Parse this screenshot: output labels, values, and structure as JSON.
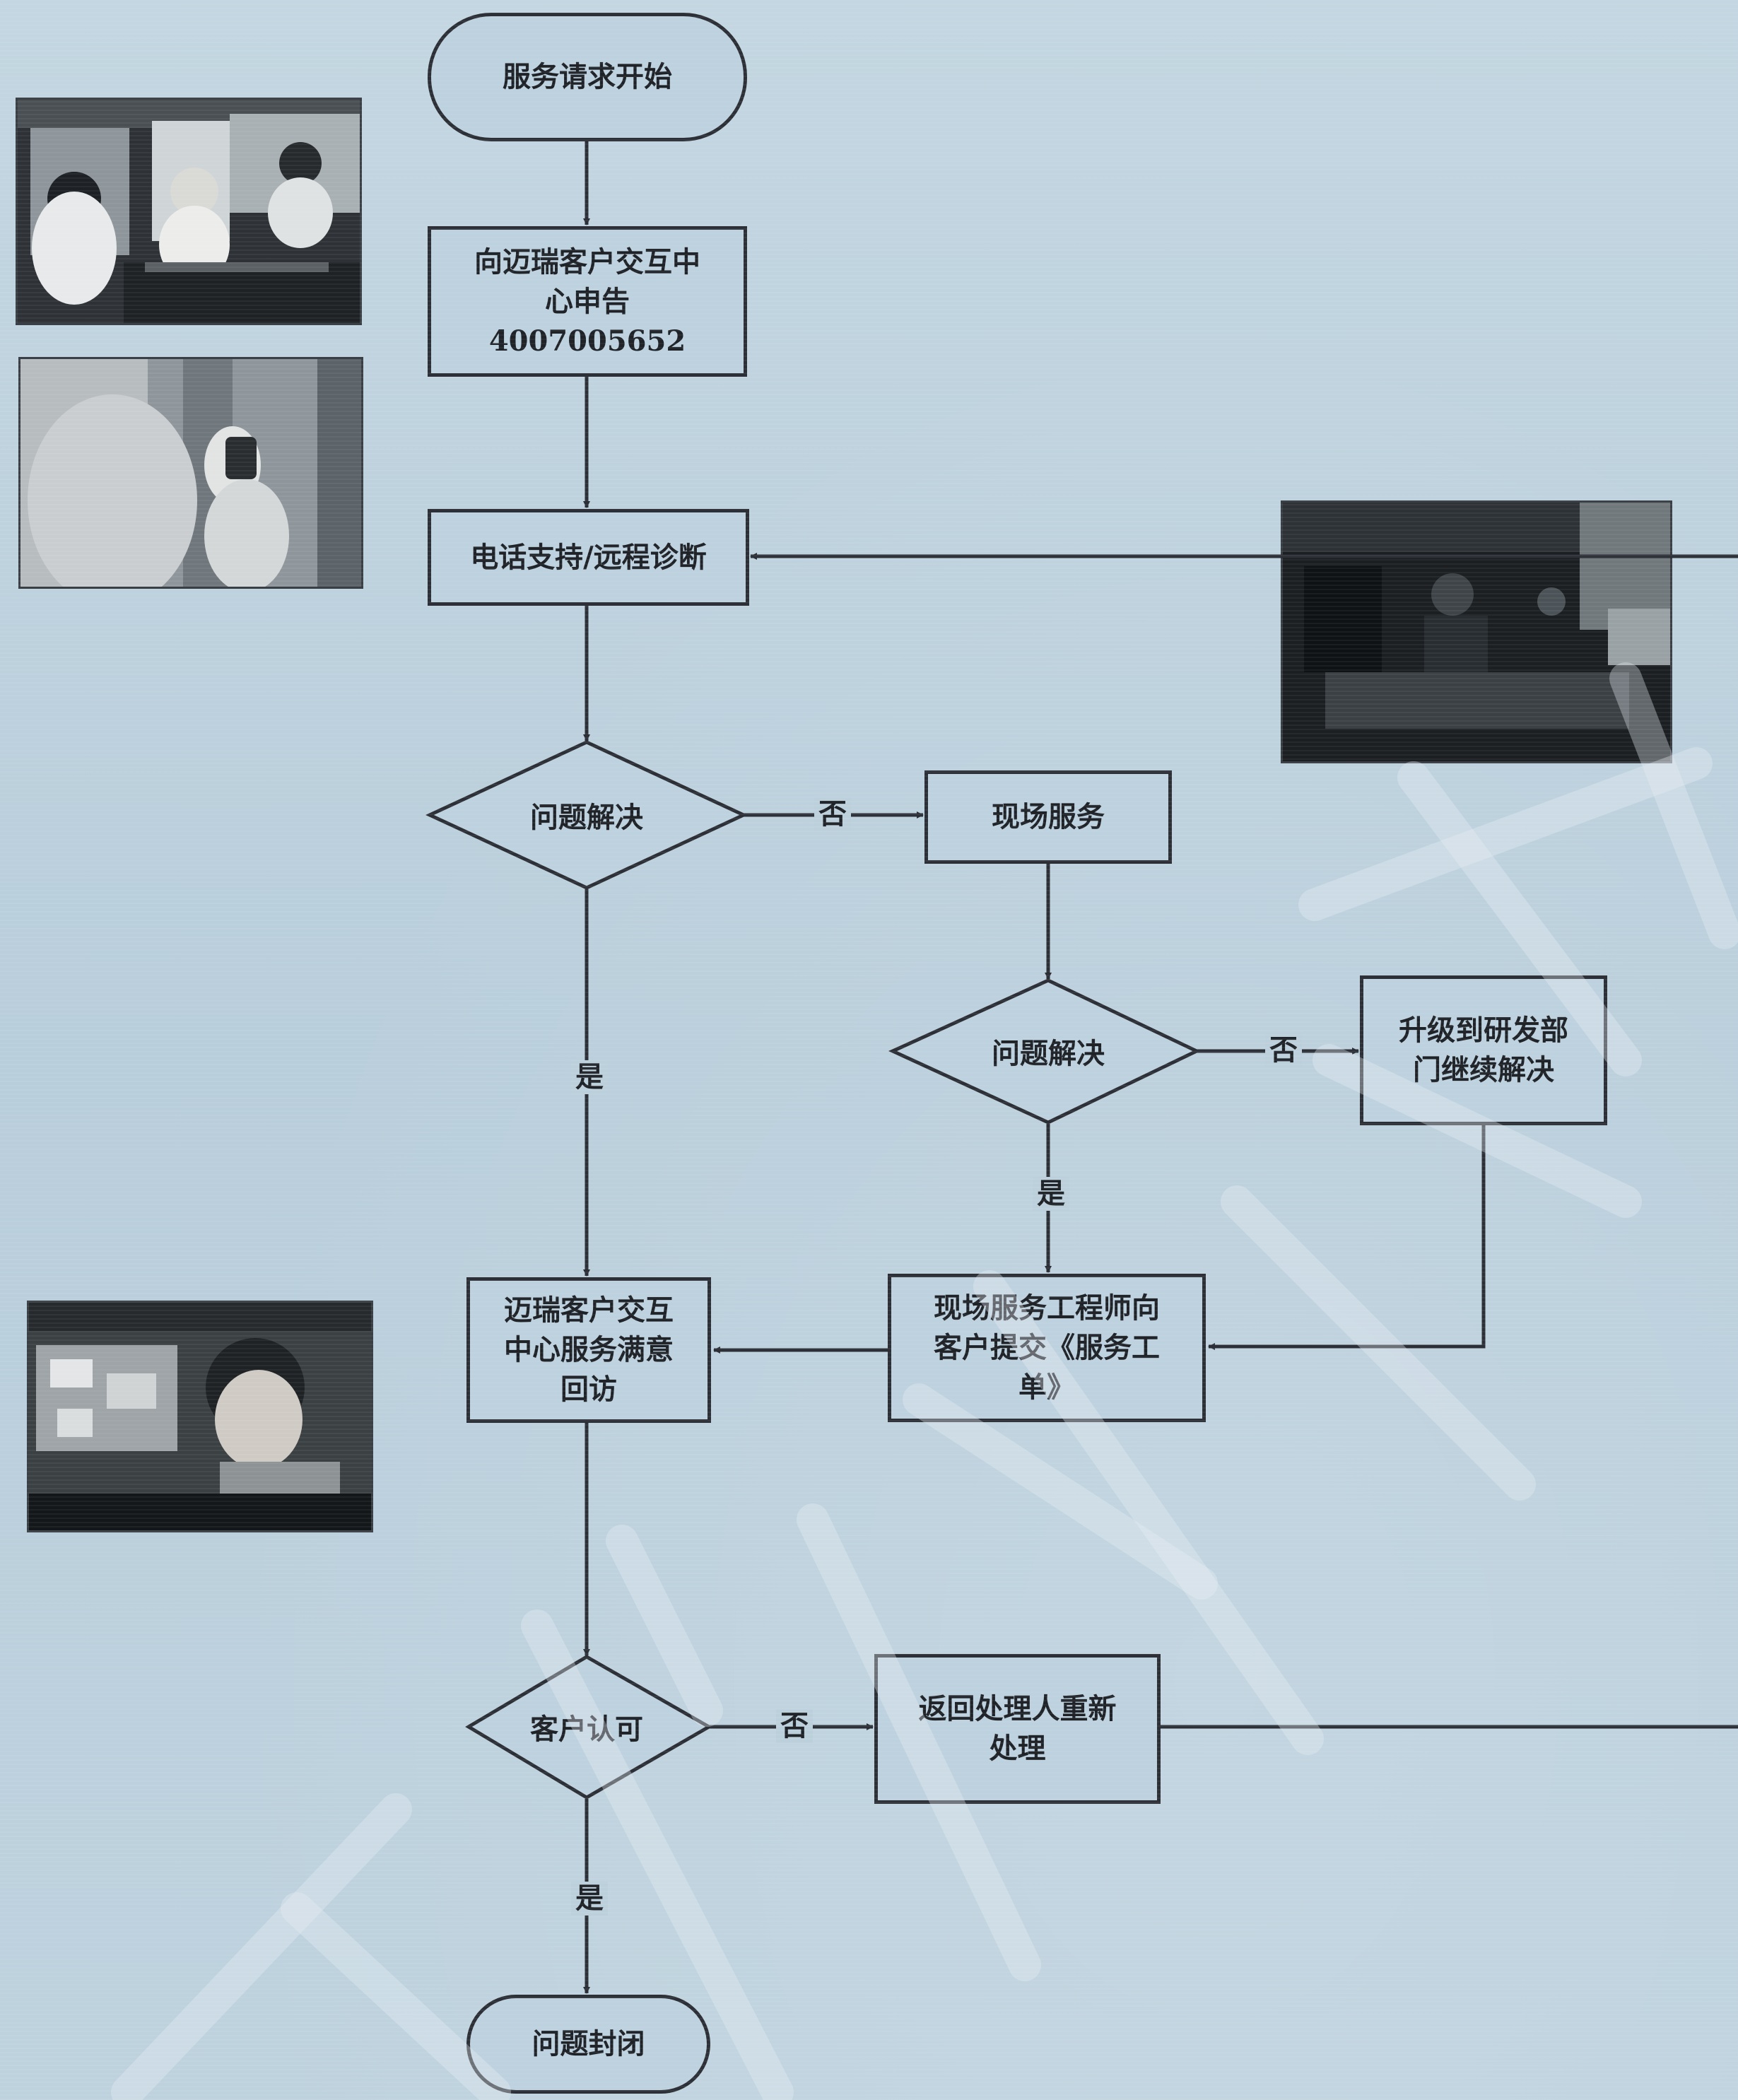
{
  "flowchart": {
    "start": "服务请求开始",
    "report": "向迈瑞客户交互中\n心申告\n4007005652",
    "phone_support": "电话支持/远程诊断",
    "decision_1": "问题解决",
    "onsite": "现场服务",
    "decision_2": "问题解决",
    "escalate": "升级到研发部\n门继续解决",
    "engineer_submit": "现场服务工程师向\n客户提交《服务工\n单》",
    "followup": "迈瑞客户交互\n中心服务满意\n回访",
    "decision_3": "客户认可",
    "reprocess": "返回处理人重新\n处理",
    "end": "问题封闭"
  },
  "edge_labels": {
    "yes": "是",
    "no": "否"
  },
  "colors": {
    "background": "#bcd0dc",
    "line": "#2c3036",
    "text": "#1f2328"
  },
  "photos": [
    {
      "name": "photo-call-center-1",
      "tone": "#2e3236"
    },
    {
      "name": "photo-phone-call",
      "tone": "#8e969c"
    },
    {
      "name": "photo-field-service",
      "tone": "#1b1f22"
    },
    {
      "name": "photo-engineer-portrait",
      "tone": "#3b4043"
    }
  ]
}
